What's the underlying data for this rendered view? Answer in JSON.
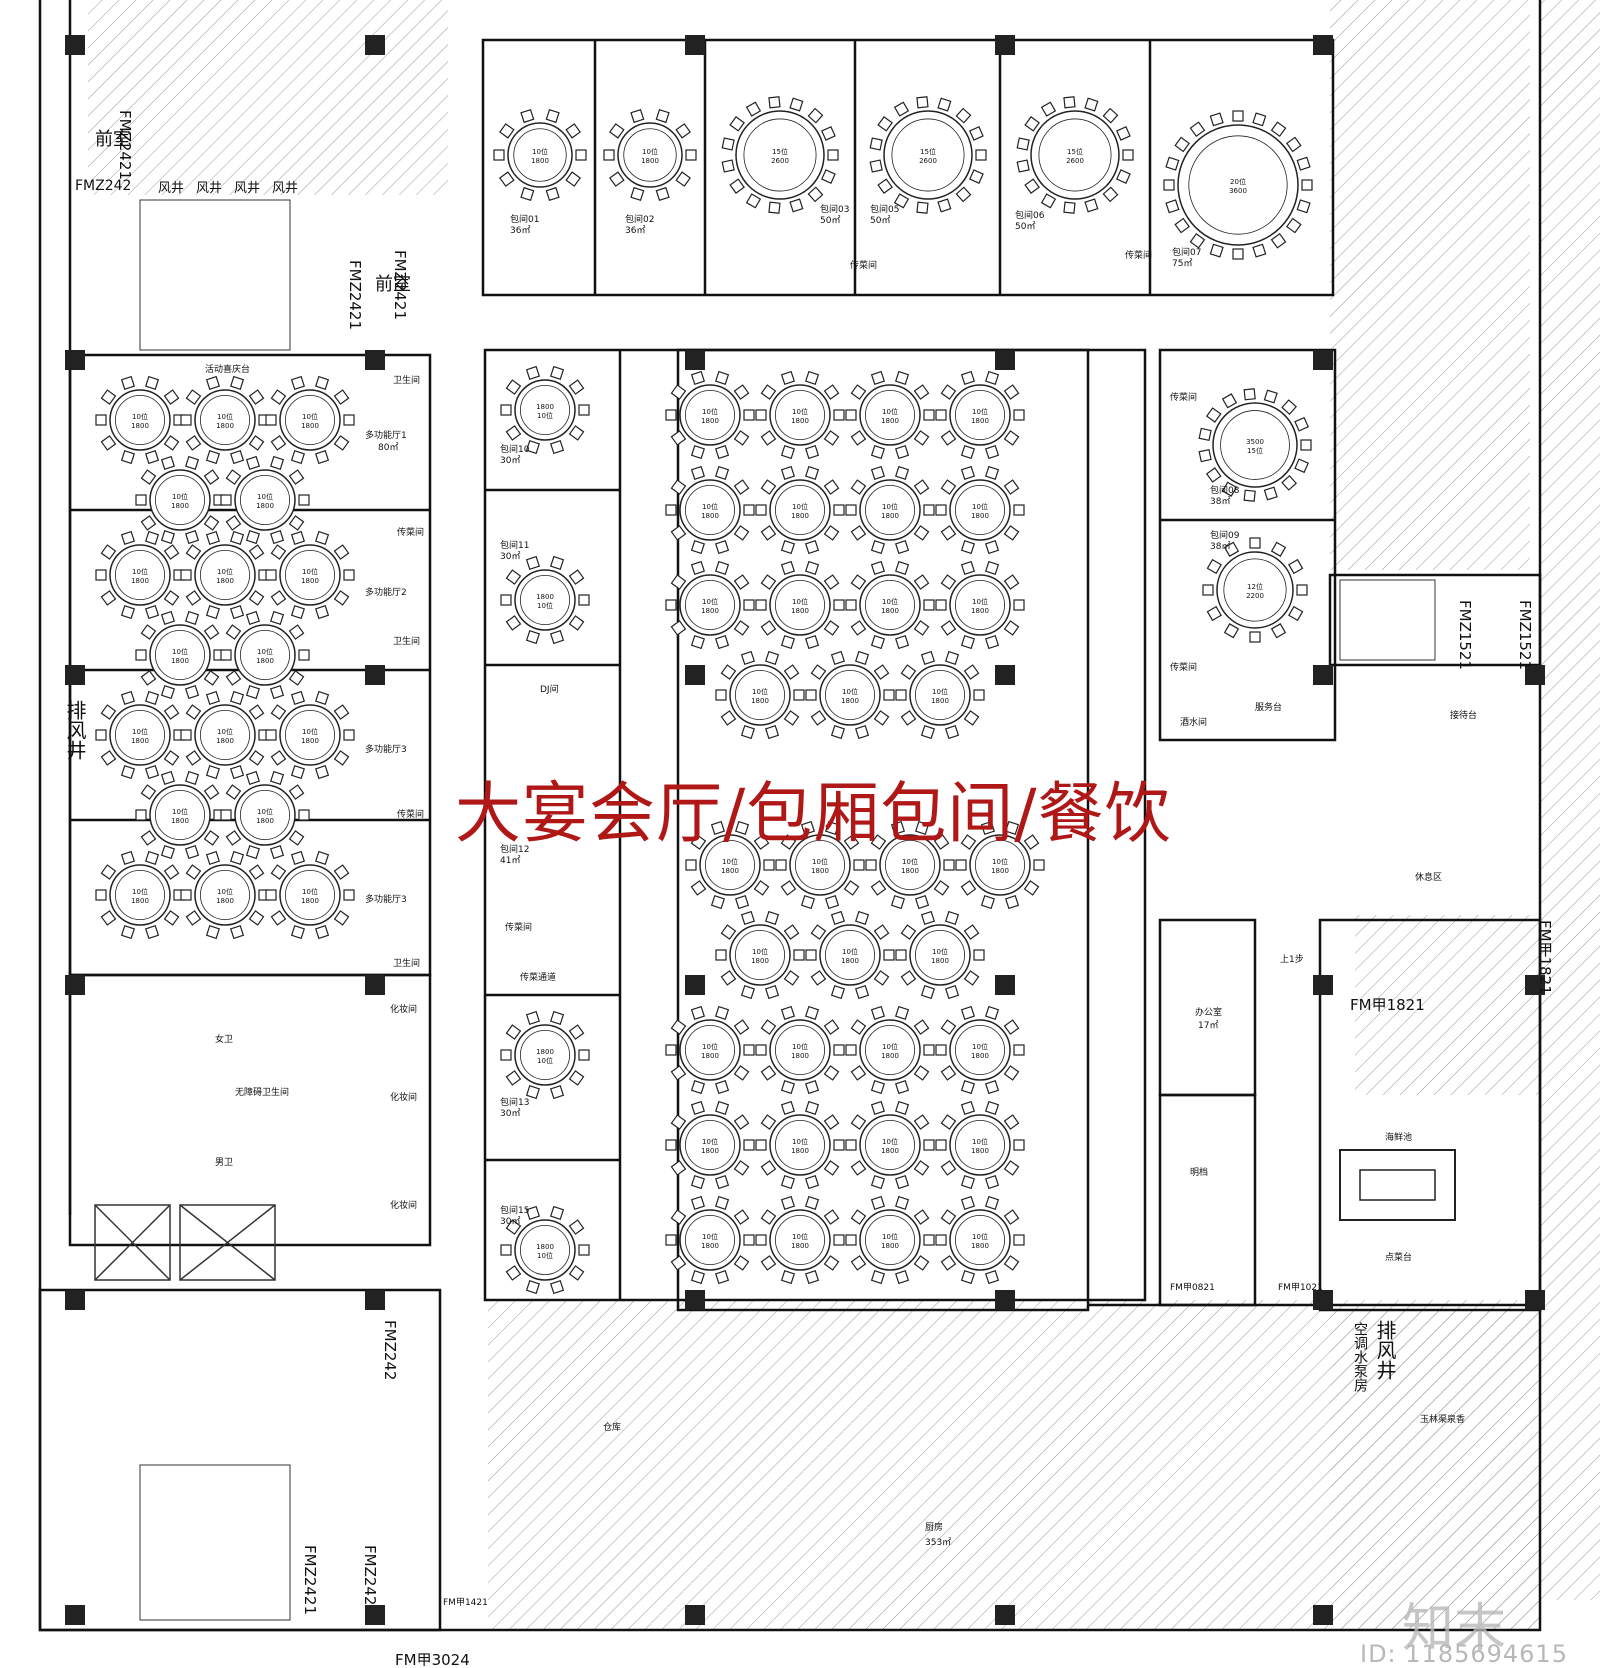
{
  "overlay_title": "大宴会厅/包厢包间/餐饮",
  "watermark": {
    "logo": "知末",
    "id": "ID: 1185694615"
  },
  "colors": {
    "title": "#b01818",
    "wall": "#111111",
    "hatch": "#9a9a9a",
    "column": "#222222"
  },
  "labels": {
    "front_room": "前室",
    "air_shaft": "风井",
    "exhaust_shaft": "排风井",
    "activity_hall": "活动喜庆台",
    "multi_hall_1": "多功能厅1",
    "multi_hall_2": "多功能厅2",
    "multi_hall_3": "多功能厅3",
    "multi_hall_area": "80㎡",
    "serving": "传菜间",
    "wc": "卫生间",
    "female_wc": "女卫",
    "male_wc": "男卫",
    "accessible_wc": "无障碍卫生间",
    "dressing": "化妆间",
    "dj": "DJ间",
    "passage": "传菜通道",
    "warehouse": "仓库",
    "kitchen": "厨房",
    "kitchen_area": "353㎡",
    "office": "办公室",
    "office_area": "17㎡",
    "open_archive": "明档",
    "seafood_pool": "海鲜池",
    "order_counter": "点菜台",
    "lounge": "休息区",
    "reception": "接待台",
    "wine_room": "酒水间",
    "service_counter": "服务台",
    "step_up": "上1步",
    "ac_room": "空调水泵房",
    "jade_room": "玉林渠泉香"
  },
  "doors": {
    "fm2421": "FMZ2421",
    "fm2421_b": "FMZ2421",
    "fm2421_c": "FMZ2421",
    "fm2421_d": "FMZ2421",
    "fm2421_e": "FMZ2421",
    "fm242": "FMZ242",
    "fm242_b": "FMZ242",
    "fm242_c": "FMZ242",
    "fm1521": "FMZ1521",
    "fm1521_b": "FMZ1521",
    "fm1821": "FM甲1821",
    "fm1821_b": "FM甲1821",
    "fm3024": "FM甲3024",
    "fm1421": "FM甲1421",
    "fm1021": "FM甲1021",
    "fm0821": "FM甲0821"
  },
  "private_rooms": [
    {
      "name": "包间01",
      "area": "36㎡"
    },
    {
      "name": "包间02",
      "area": "36㎡"
    },
    {
      "name": "包间03",
      "area": "50㎡"
    },
    {
      "name": "包间05",
      "area": "50㎡"
    },
    {
      "name": "包间06",
      "area": "50㎡"
    },
    {
      "name": "包间07",
      "area": "75㎡"
    },
    {
      "name": "包间08",
      "area": "38㎡"
    },
    {
      "name": "包间09",
      "area": "38㎡"
    },
    {
      "name": "包间10",
      "area": "30㎡"
    },
    {
      "name": "包间11",
      "area": "30㎡"
    },
    {
      "name": "包间12",
      "area": "41㎡"
    },
    {
      "name": "包间13",
      "area": "30㎡"
    },
    {
      "name": "包间15",
      "area": "30㎡"
    }
  ],
  "table_labels": {
    "ten": "10位",
    "twelve": "12位",
    "fifteen": "15位",
    "twenty": "20位",
    "d1800": "1800",
    "d2200": "2200",
    "d2600": "2600",
    "d3500": "3500",
    "d3600": "3600"
  }
}
